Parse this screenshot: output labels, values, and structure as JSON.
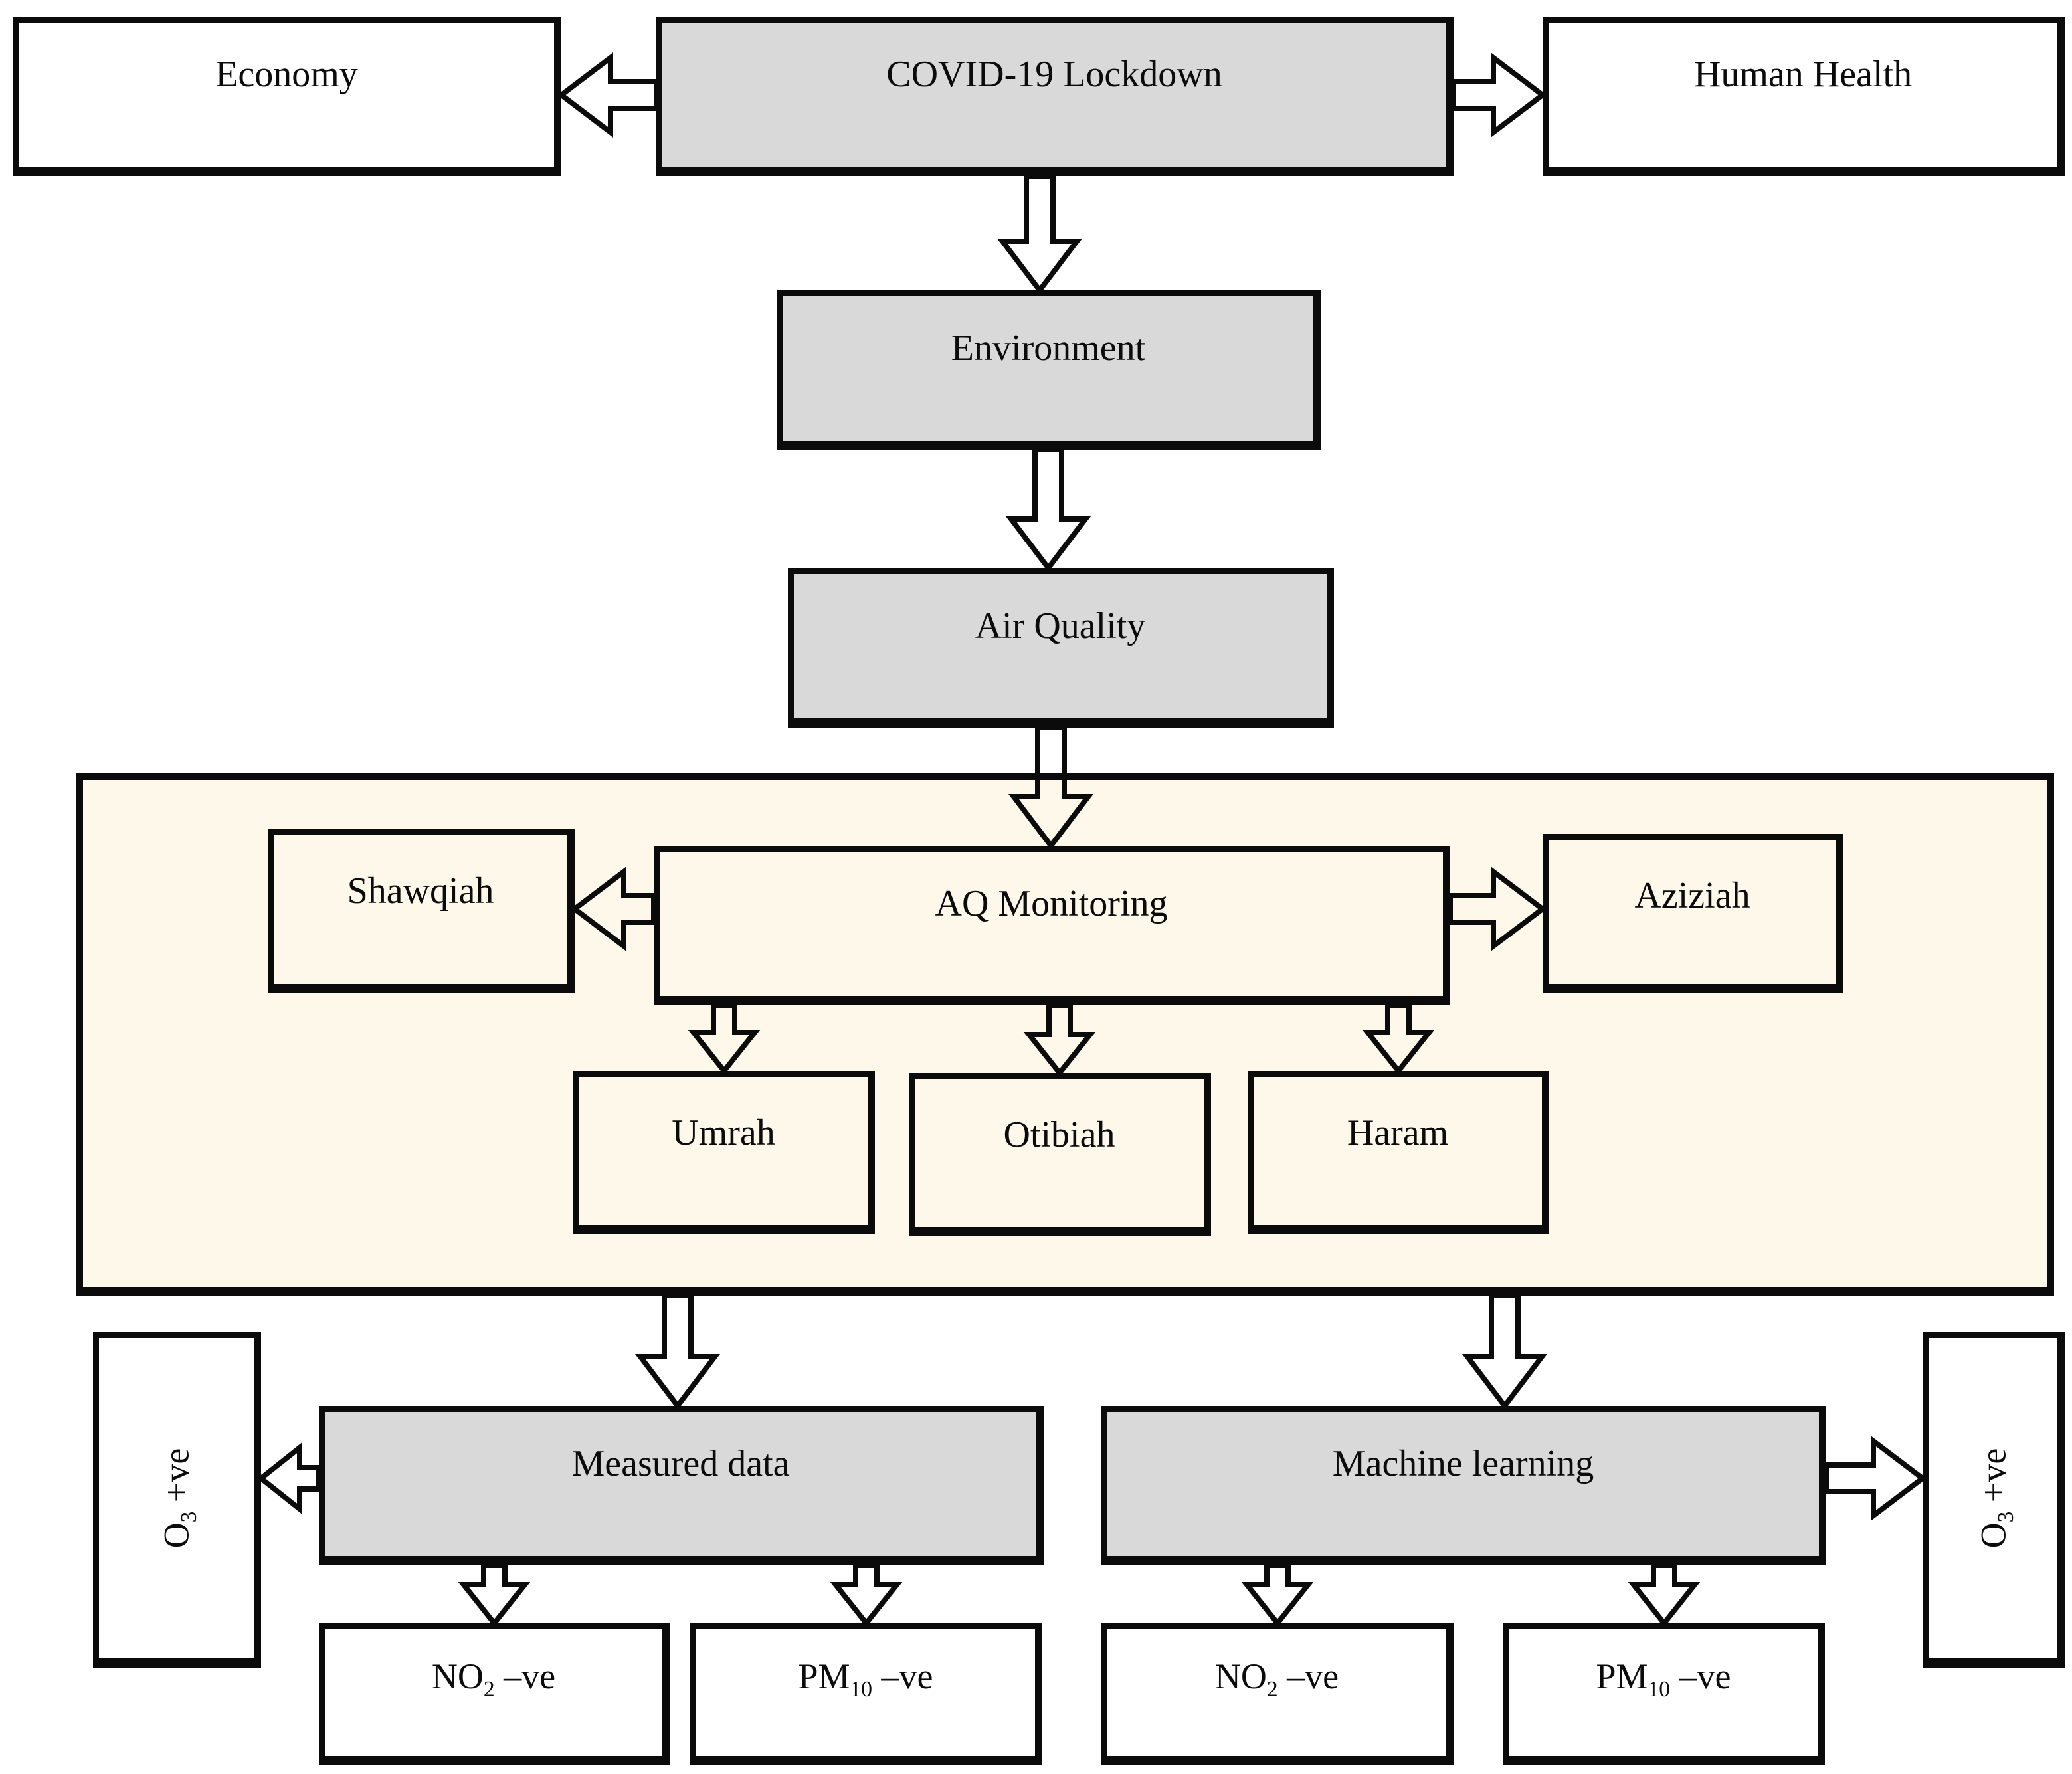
{
  "colors": {
    "box_gray": "#d9d9d9",
    "panel_cream": "#fdf8ea",
    "line_black": "#0b0b0b",
    "background": "#ffffff"
  },
  "nodes": {
    "economy": {
      "label": "Economy"
    },
    "covid_lockdown": {
      "label": "COVID-19 Lockdown"
    },
    "human_health": {
      "label": "Human Health"
    },
    "environment": {
      "label": "Environment"
    },
    "air_quality": {
      "label": "Air Quality"
    },
    "shawqiah": {
      "label": "Shawqiah"
    },
    "aq_monitoring": {
      "label": "AQ Monitoring"
    },
    "aziziah": {
      "label": "Aziziah"
    },
    "umrah": {
      "label": "Umrah"
    },
    "otibiah": {
      "label": "Otibiah"
    },
    "haram": {
      "label": "Haram"
    },
    "measured_data": {
      "label": "Measured data"
    },
    "machine_learning": {
      "label": "Machine learning"
    },
    "o3_measured": {
      "base": "O",
      "sub": "3",
      "suffix": " +ve"
    },
    "o3_ml": {
      "base": "O",
      "sub": "3",
      "suffix": " +ve"
    },
    "no2_measured": {
      "base": "NO",
      "sub": "2",
      "suffix": " –ve"
    },
    "pm10_measured": {
      "base": "PM",
      "sub": "10",
      "suffix": " –ve"
    },
    "no2_ml": {
      "base": "NO",
      "sub": "2",
      "suffix": " –ve"
    },
    "pm10_ml": {
      "base": "PM",
      "sub": "10",
      "suffix": " –ve"
    }
  },
  "edges": [
    {
      "from": "covid_lockdown",
      "to": "economy"
    },
    {
      "from": "covid_lockdown",
      "to": "human_health"
    },
    {
      "from": "covid_lockdown",
      "to": "environment"
    },
    {
      "from": "environment",
      "to": "air_quality"
    },
    {
      "from": "air_quality",
      "to": "aq_monitoring"
    },
    {
      "from": "aq_monitoring",
      "to": "shawqiah"
    },
    {
      "from": "aq_monitoring",
      "to": "aziziah"
    },
    {
      "from": "aq_monitoring",
      "to": "umrah"
    },
    {
      "from": "aq_monitoring",
      "to": "otibiah"
    },
    {
      "from": "aq_monitoring",
      "to": "haram"
    },
    {
      "from": "monitoring_panel",
      "to": "measured_data"
    },
    {
      "from": "monitoring_panel",
      "to": "machine_learning"
    },
    {
      "from": "measured_data",
      "to": "o3_measured"
    },
    {
      "from": "machine_learning",
      "to": "o3_ml"
    },
    {
      "from": "measured_data",
      "to": "no2_measured"
    },
    {
      "from": "measured_data",
      "to": "pm10_measured"
    },
    {
      "from": "machine_learning",
      "to": "no2_ml"
    },
    {
      "from": "machine_learning",
      "to": "pm10_ml"
    }
  ]
}
